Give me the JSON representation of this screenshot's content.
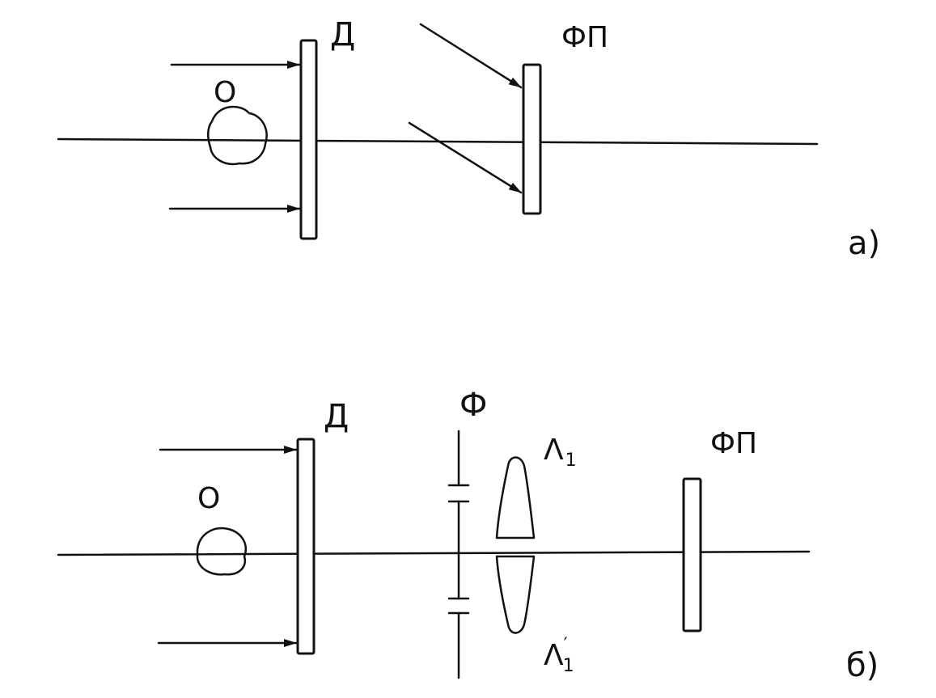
{
  "panel_a": {
    "object_label": "О",
    "diffuser_label": "Д",
    "photo_plate_label": "ФП",
    "panel_label": "а)"
  },
  "panel_b": {
    "object_label": "О",
    "diffuser_label": "Д",
    "filter_label": "Ф",
    "lens_upper_label": "Λ",
    "lens_upper_sub": "1",
    "lens_lower_label": "Λ",
    "lens_lower_prime": "′",
    "lens_lower_sub": "1",
    "photo_plate_label": "ФП",
    "panel_label": "б)"
  }
}
